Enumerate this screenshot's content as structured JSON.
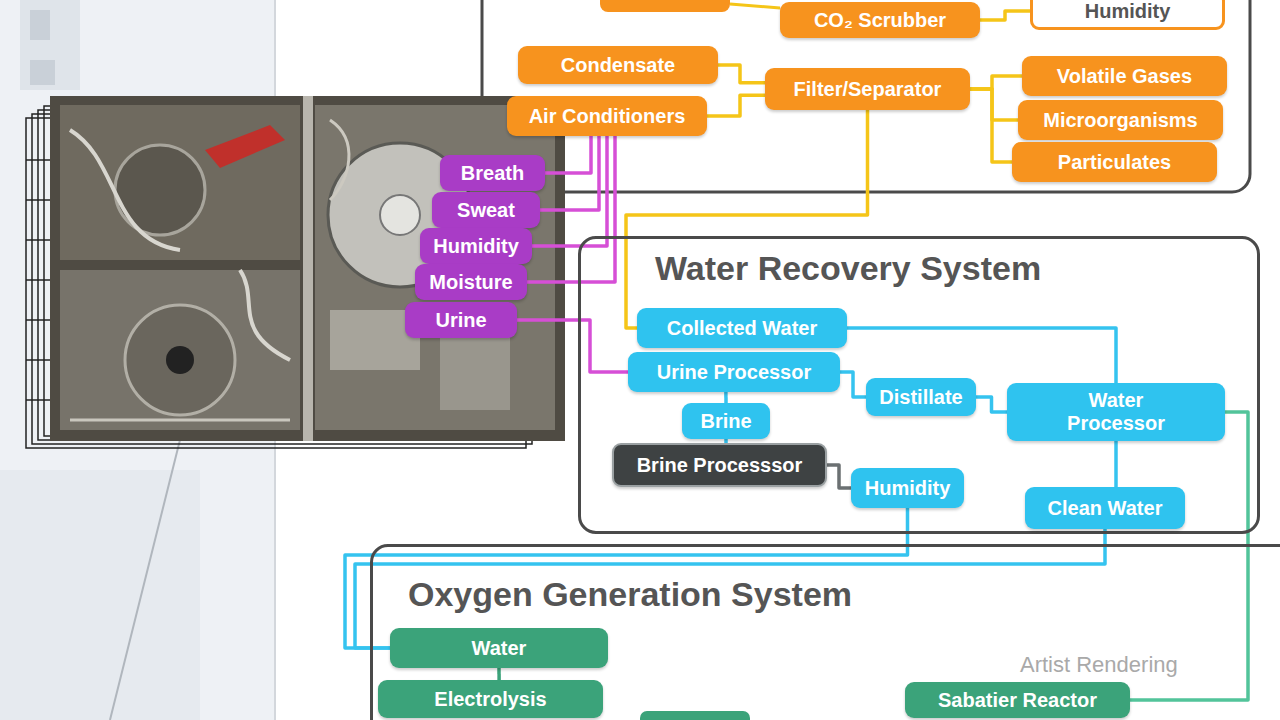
{
  "diagram": {
    "nodes": [
      {
        "text": [
          "CO₂ Scrubber"
        ]
      },
      {
        "text": [
          "Humidity"
        ]
      },
      {
        "text": [
          "Condensate"
        ]
      },
      {
        "text": [
          "Air Conditioners"
        ]
      },
      {
        "text": [
          "Filter/Separator"
        ]
      },
      {
        "text": [
          "Volatile Gases"
        ]
      },
      {
        "text": [
          "Microorganisms"
        ]
      },
      {
        "text": [
          "Particulates"
        ]
      },
      {
        "text": [
          "Breath"
        ]
      },
      {
        "text": [
          "Sweat"
        ]
      },
      {
        "text": [
          "Humidity"
        ]
      },
      {
        "text": [
          "Moisture"
        ]
      },
      {
        "text": [
          "Urine"
        ]
      },
      {
        "text": [
          "Water Recovery System"
        ]
      },
      {
        "text": [
          "Collected Water"
        ],
        "in": 13
      },
      {
        "text": [
          "Urine Processor"
        ],
        "in": 13
      },
      {
        "text": [
          "Distillate"
        ],
        "in": 13
      },
      {
        "text": [
          "Water Processor"
        ],
        "in": 13
      },
      {
        "text": [
          "Brine"
        ],
        "in": 13
      },
      {
        "text": [
          "Brine Processsor"
        ],
        "in": 13
      },
      {
        "text": [
          "Humidity"
        ],
        "in": 13
      },
      {
        "text": [
          "Clean Water"
        ],
        "in": 13
      },
      {
        "text": [
          "Oxygen Generation System"
        ]
      },
      {
        "text": [
          "Water"
        ],
        "in": 22
      },
      {
        "text": [
          "Electrolysis"
        ],
        "in": 22
      },
      {
        "text": [
          "Sabatier Reactor"
        ],
        "in": 22
      }
    ],
    "edges": [
      {
        "from": 0,
        "to": 1,
        "arrow": "none"
      },
      {
        "from": 2,
        "to": 4,
        "arrow": "none"
      },
      {
        "from": 3,
        "to": 4,
        "arrow": "none"
      },
      {
        "from": 4,
        "to": 5,
        "arrow": "none"
      },
      {
        "from": 4,
        "to": 6,
        "arrow": "none"
      },
      {
        "from": 4,
        "to": 7,
        "arrow": "none"
      },
      {
        "from": 4,
        "to": 14,
        "arrow": "none"
      },
      {
        "from": 8,
        "to": 3,
        "arrow": "none"
      },
      {
        "from": 9,
        "to": 3,
        "arrow": "none"
      },
      {
        "from": 10,
        "to": 3,
        "arrow": "none"
      },
      {
        "from": 11,
        "to": 3,
        "arrow": "none"
      },
      {
        "from": 12,
        "to": 15,
        "arrow": "none"
      },
      {
        "from": 14,
        "to": 17,
        "arrow": "none"
      },
      {
        "from": 15,
        "to": 16,
        "arrow": "none"
      },
      {
        "from": 16,
        "to": 17,
        "arrow": "none"
      },
      {
        "from": 15,
        "to": 18,
        "arrow": "none"
      },
      {
        "from": 18,
        "to": 19,
        "arrow": "none"
      },
      {
        "from": 19,
        "to": 20,
        "arrow": "none"
      },
      {
        "from": 17,
        "to": 21,
        "arrow": "none"
      },
      {
        "from": 21,
        "to": 23,
        "arrow": "none"
      },
      {
        "from": 20,
        "to": 23,
        "arrow": "none"
      },
      {
        "from": 17,
        "to": 25,
        "arrow": "none"
      },
      {
        "from": 23,
        "to": 24,
        "arrow": "none"
      }
    ],
    "labels": [
      "Artist Rendering"
    ]
  }
}
